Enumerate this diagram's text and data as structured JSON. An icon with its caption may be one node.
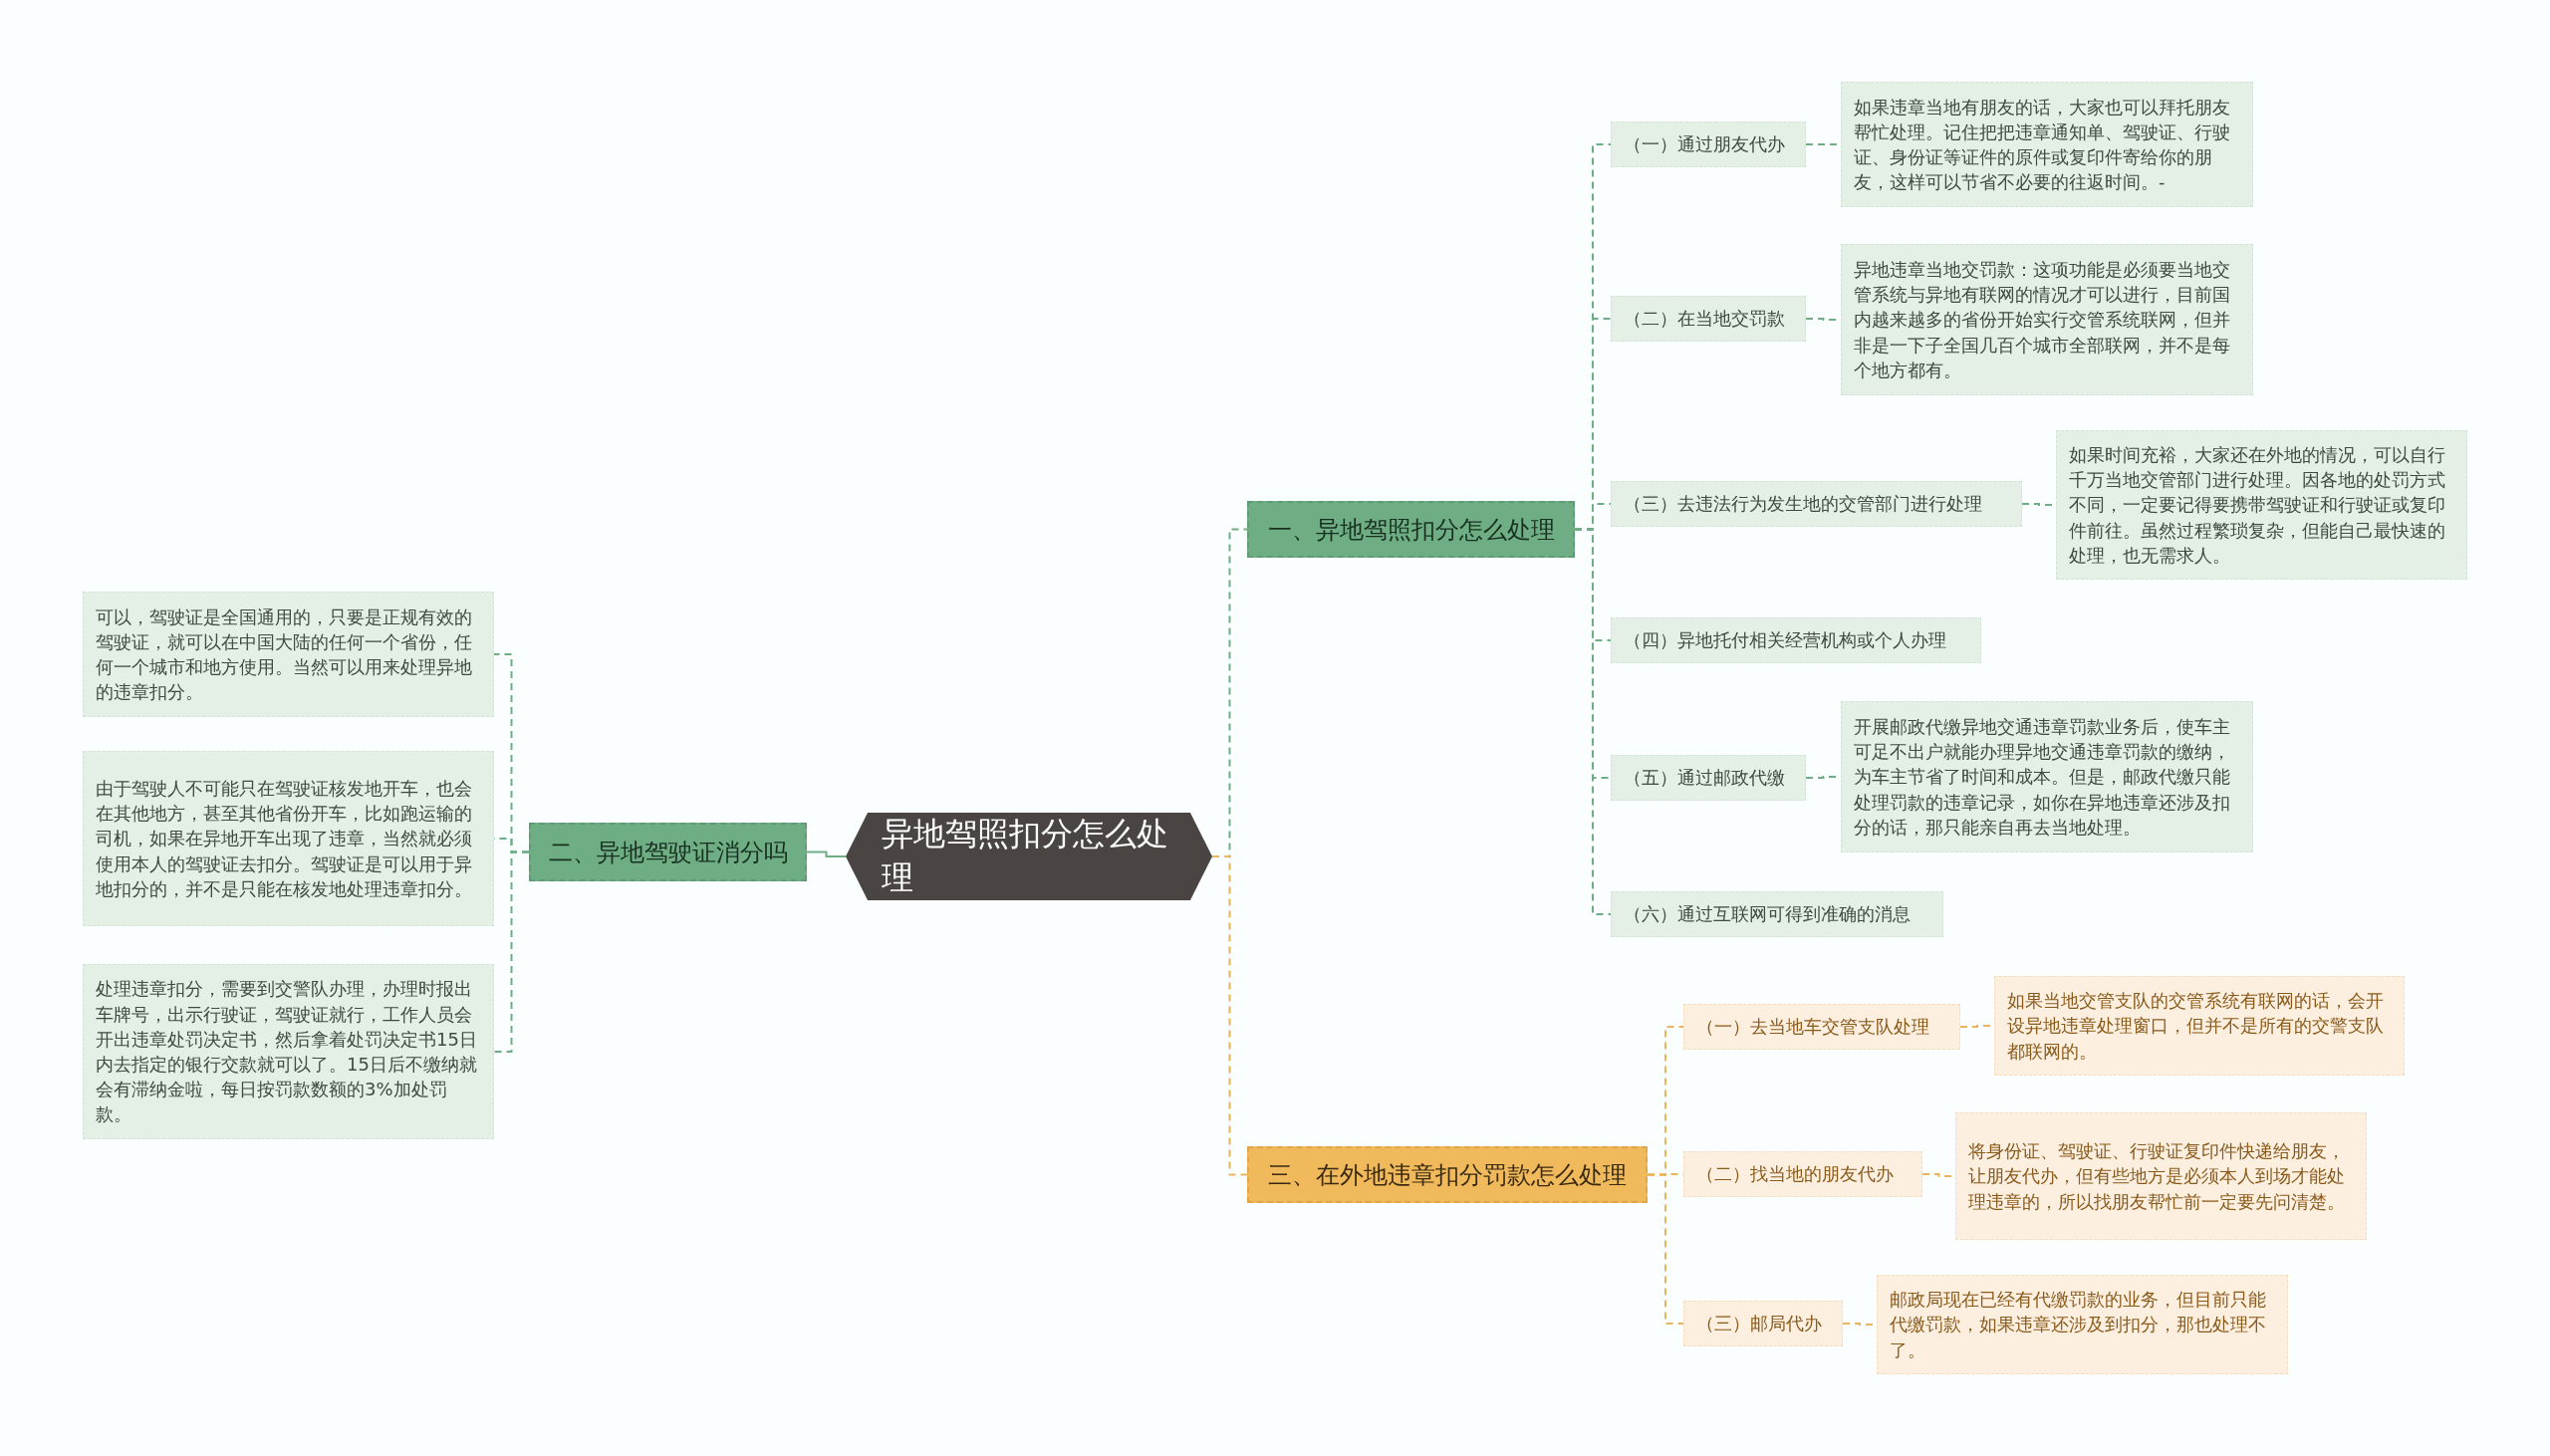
{
  "diagram": {
    "nodes": [
      {
        "text": [
          "异地驾照扣分怎么处理"
        ]
      },
      {
        "text": [
          "一、异地驾照扣分怎么处理"
        ]
      },
      {
        "text": [
          "（一）通过朋友代办"
        ]
      },
      {
        "text": [
          "如果违章当地有朋友的话，大家也可以拜托朋友帮忙处理。记住把把违章通知单、驾驶证、行驶证、身份证等证件的原件或复印件寄给你的朋友，这样可以节省不必要的往返时间。-"
        ]
      },
      {
        "text": [
          "（二）在当地交罚款"
        ]
      },
      {
        "text": [
          "异地违章当地交罚款：这项功能是必须要当地交管系统与异地有联网的情况才可以进行，目前国内越来越多的省份开始实行交管系统联网，但并非是一下子全国几百个城市全部联网，并不是每个地方都有。"
        ]
      },
      {
        "text": [
          "（三）去违法行为发生地的交管部门进行处理"
        ]
      },
      {
        "text": [
          "如果时间充裕，大家还在外地的情况，可以自行千万当地交管部门进行处理。因各地的处罚方式不同，一定要记得要携带驾驶证和行驶证或复印件前往。虽然过程繁琐复杂，但能自己最快速的处理，也无需求人。"
        ]
      },
      {
        "text": [
          "（四）异地托付相关经营机构或个人办理"
        ]
      },
      {
        "text": [
          "（五）通过邮政代缴"
        ]
      },
      {
        "text": [
          "开展邮政代缴异地交通违章罚款业务后，使车主可足不出户就能办理异地交通违章罚款的缴纳，为车主节省了时间和成本。但是，邮政代缴只能处理罚款的违章记录，如你在异地违章还涉及扣分的话，那只能亲自再去当地处理。"
        ]
      },
      {
        "text": [
          "（六）通过互联网可得到准确的消息"
        ]
      },
      {
        "text": [
          "二、异地驾驶证消分吗"
        ]
      },
      {
        "text": [
          "可以，驾驶证是全国通用的，只要是正规有效的驾驶证，就可以在中国大陆的任何一个省份，任何一个城市和地方使用。当然可以用来处理异地的违章扣分。"
        ]
      },
      {
        "text": [
          "由于驾驶人不可能只在驾驶证核发地开车，也会在其他地方，甚至其他省份开车，比如跑运输的司机，如果在异地开车出现了违章，当然就必须使用本人的驾驶证去扣分。驾驶证是可以用于异地扣分的，并不是只能在核发地处理违章扣分。"
        ]
      },
      {
        "text": [
          "处理违章扣分，需要到交警队办理，办理时报出车牌号，出示行驶证，驾驶证就行，工作人员会开出违章处罚决定书，然后拿着处罚决定书15日内去指定的银行交款就可以了。15日后不缴纳就会有滞纳金啦，每日按罚款数额的3%加处罚款。"
        ]
      },
      {
        "text": [
          "三、在外地违章扣分罚款怎么处理"
        ]
      },
      {
        "text": [
          "（一）去当地车交管支队处理"
        ]
      },
      {
        "text": [
          "如果当地交管支队的交管系统有联网的话，会开设异地违章处理窗口，但并不是所有的交警支队都联网的。"
        ]
      },
      {
        "text": [
          "（二）找当地的朋友代办"
        ]
      },
      {
        "text": [
          "将身份证、驾驶证、行驶证复印件快递给朋友，让朋友代办，但有些地方是必须本人到场才能处理违章的，所以找朋友帮忙前一定要先问清楚。"
        ]
      },
      {
        "text": [
          "（三）邮局代办"
        ]
      },
      {
        "text": [
          "邮政局现在已经有代缴罚款的业务，但目前只能代缴罚款，如果违章还涉及到扣分，那也处理不了。"
        ]
      }
    ],
    "edges": [
      {
        "from": 0,
        "to": 1,
        "arrow": "none",
        "style": "dashed"
      },
      {
        "from": 1,
        "to": 2,
        "arrow": "none",
        "style": "dashed"
      },
      {
        "from": 2,
        "to": 3,
        "arrow": "none",
        "style": "dashed"
      },
      {
        "from": 1,
        "to": 4,
        "arrow": "none",
        "style": "dashed"
      },
      {
        "from": 4,
        "to": 5,
        "arrow": "none",
        "style": "dashed"
      },
      {
        "from": 1,
        "to": 6,
        "arrow": "none",
        "style": "dashed"
      },
      {
        "from": 6,
        "to": 7,
        "arrow": "none",
        "style": "dashed"
      },
      {
        "from": 1,
        "to": 8,
        "arrow": "none",
        "style": "dashed"
      },
      {
        "from": 1,
        "to": 9,
        "arrow": "none",
        "style": "dashed"
      },
      {
        "from": 9,
        "to": 10,
        "arrow": "none",
        "style": "dashed"
      },
      {
        "from": 1,
        "to": 11,
        "arrow": "none",
        "style": "dashed"
      },
      {
        "from": 0,
        "to": 12,
        "arrow": "none"
      },
      {
        "from": 12,
        "to": 13,
        "arrow": "none",
        "style": "dashed"
      },
      {
        "from": 12,
        "to": 14,
        "arrow": "none",
        "style": "dashed"
      },
      {
        "from": 12,
        "to": 15,
        "arrow": "none",
        "style": "dashed"
      },
      {
        "from": 0,
        "to": 16,
        "arrow": "none",
        "style": "dashed",
        "color": "#e8b45d"
      },
      {
        "from": 16,
        "to": 17,
        "arrow": "none",
        "style": "dashed",
        "color": "#e8b45d"
      },
      {
        "from": 17,
        "to": 18,
        "arrow": "none",
        "style": "dashed",
        "color": "#e8b45d"
      },
      {
        "from": 16,
        "to": 19,
        "arrow": "none",
        "style": "dashed",
        "color": "#e8b45d"
      },
      {
        "from": 19,
        "to": 20,
        "arrow": "none",
        "style": "dashed",
        "color": "#e8b45d"
      },
      {
        "from": 16,
        "to": 21,
        "arrow": "none",
        "style": "dashed",
        "color": "#e8b45d"
      },
      {
        "from": 21,
        "to": 22,
        "arrow": "none",
        "style": "dashed",
        "color": "#e8b45d"
      }
    ]
  }
}
